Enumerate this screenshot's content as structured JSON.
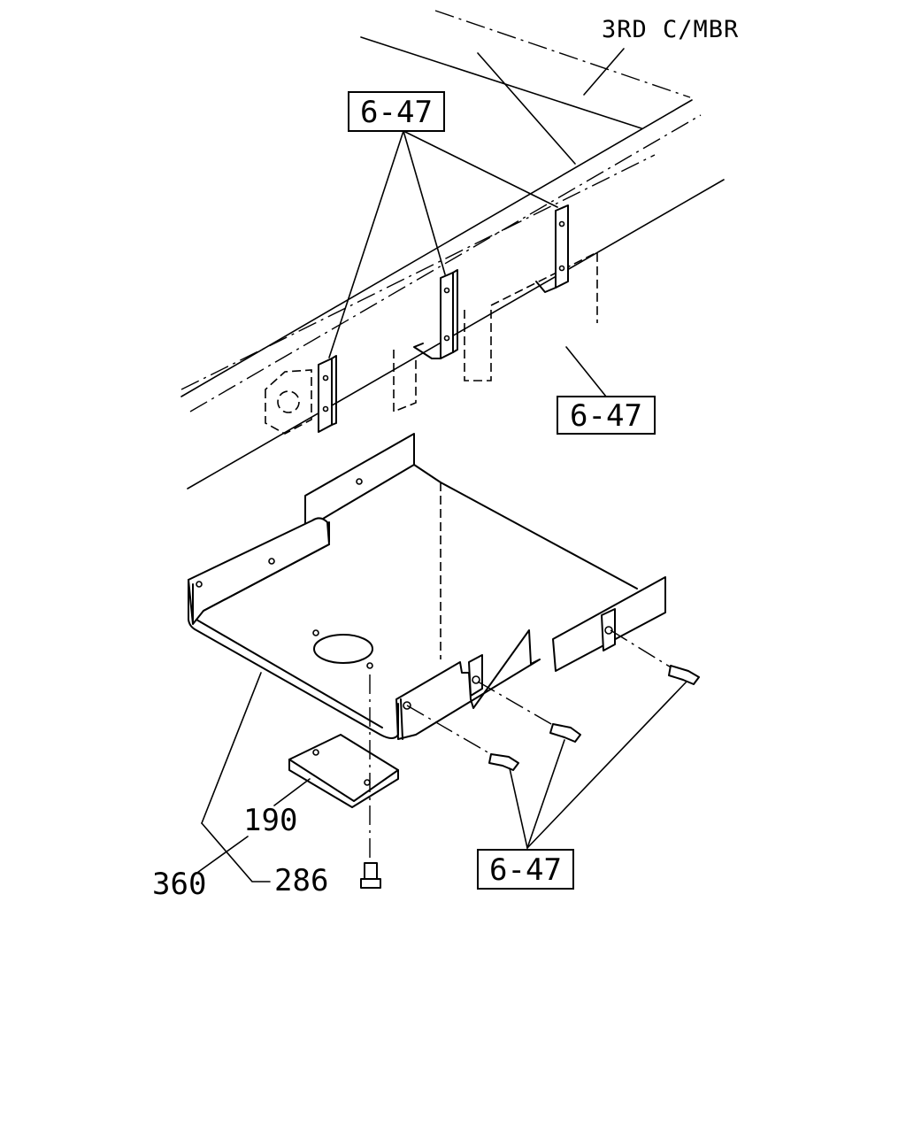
{
  "header_label": "3RD C/MBR",
  "callouts": {
    "ref_top": "6-47",
    "ref_right": "6-47",
    "ref_bottom": "6-47",
    "part_190": "190",
    "part_360": "360",
    "part_286": "286"
  }
}
